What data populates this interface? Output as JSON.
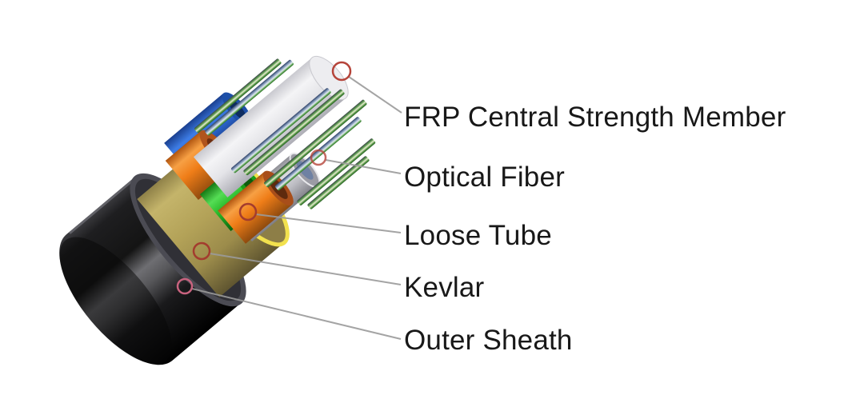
{
  "diagram": {
    "type": "labeled-illustration",
    "subject": "Fiber optic cable cutaway structure",
    "labels": [
      {
        "id": "frp",
        "text": "FRP Central Strength Member"
      },
      {
        "id": "optical-fiber",
        "text": "Optical Fiber"
      },
      {
        "id": "loose-tube",
        "text": "Loose Tube"
      },
      {
        "id": "kevlar",
        "text": "Kevlar"
      },
      {
        "id": "outer-sheath",
        "text": "Outer Sheath"
      }
    ],
    "colors": {
      "background": "#ffffff",
      "label_text": "#181818",
      "marker_ring": "#b5443a",
      "marker_ring_pink": "#c9637f",
      "leader_line": "#9b9b9b",
      "outer_sheath_black": "#141414",
      "kevlar_tan": "#b3a258",
      "kevlar_rim_yellow": "#f2e14e",
      "loose_tube_orange": "#ef7d18",
      "loose_tube_blue": "#2a62c8",
      "loose_tube_green": "#28b828",
      "loose_tube_gray": "#bcbcc2",
      "frp_white": "#ececef",
      "fiber_green": "#57a84f",
      "fiber_pale": "#e9ecd0"
    }
  }
}
